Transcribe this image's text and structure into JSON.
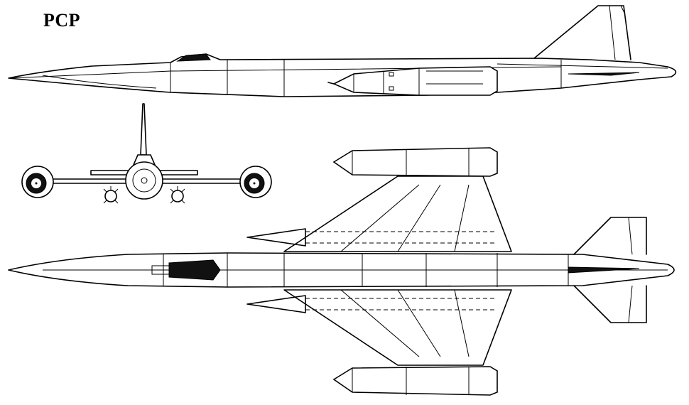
{
  "diagram": {
    "title": "PCP",
    "type": "three-view aircraft line drawing",
    "views": [
      {
        "id": "side",
        "label": "side-view"
      },
      {
        "id": "front",
        "label": "front-view"
      },
      {
        "id": "top",
        "label": "top-view"
      }
    ],
    "colors": {
      "line": "#000000",
      "background": "#ffffff"
    }
  }
}
